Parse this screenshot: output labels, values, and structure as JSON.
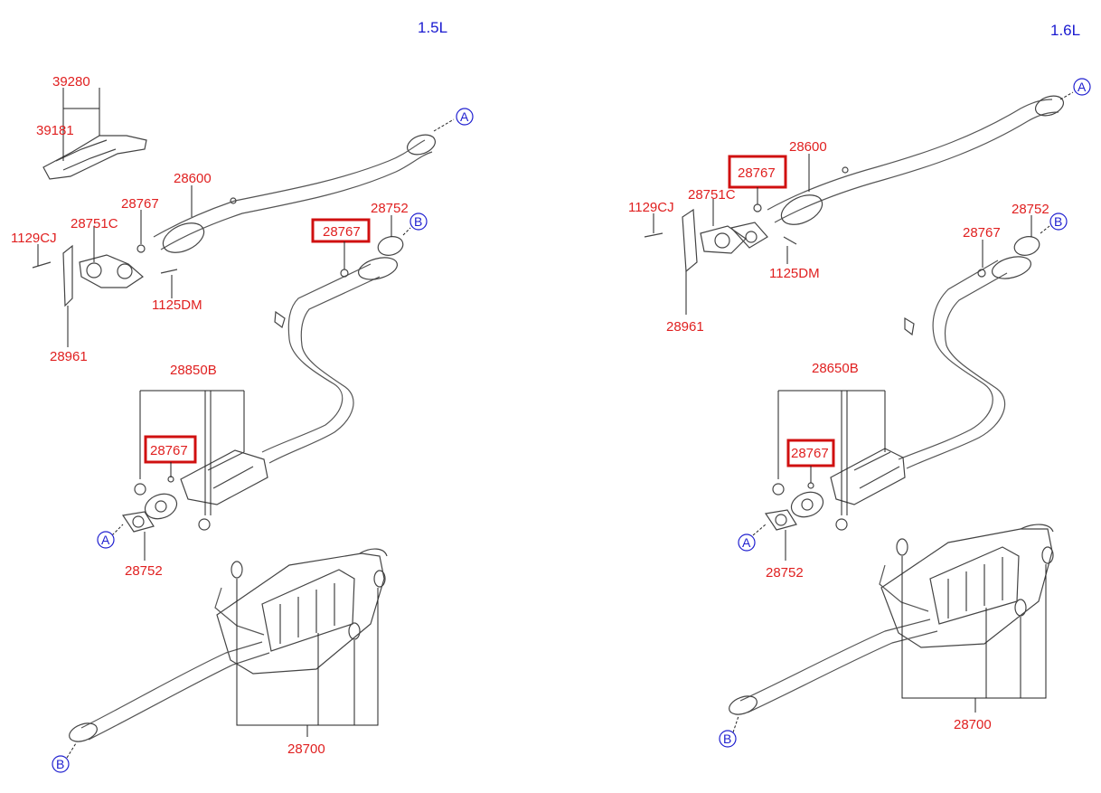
{
  "left": {
    "version": "1.5L",
    "labels": {
      "bracket_upper": "39280",
      "bracket_lower": "39181",
      "front_pipe": "28600",
      "nut_top": "28767",
      "gasket_front": "28751C",
      "bolt_left": "1129CJ",
      "bolt_lower": "1125DM",
      "bracket_stay": "28961",
      "flange_nut": "28767",
      "gasket_b": "28752",
      "converter": "28850B",
      "converter_nut": "28767",
      "gasket_a": "28752",
      "muffler": "28700"
    },
    "refs": {
      "a_top": "A",
      "b_right": "B",
      "a_low": "A",
      "b_low": "B"
    }
  },
  "right": {
    "version": "1.6L",
    "labels": {
      "front_pipe": "28600",
      "nut_top": "28767",
      "gasket_front": "28751C",
      "bolt_left": "1129CJ",
      "bolt_lower": "1125DM",
      "bracket_stay": "28961",
      "flange_nut": "28767",
      "gasket_b": "28752",
      "converter": "28650B",
      "converter_nut": "28767",
      "gasket_a": "28752",
      "muffler": "28700"
    },
    "refs": {
      "a_top": "A",
      "b_right": "B",
      "a_low": "A",
      "b_low": "B"
    }
  },
  "colors": {
    "label": "#e02020",
    "reference": "#2020d0",
    "highlight": "#d01010"
  }
}
